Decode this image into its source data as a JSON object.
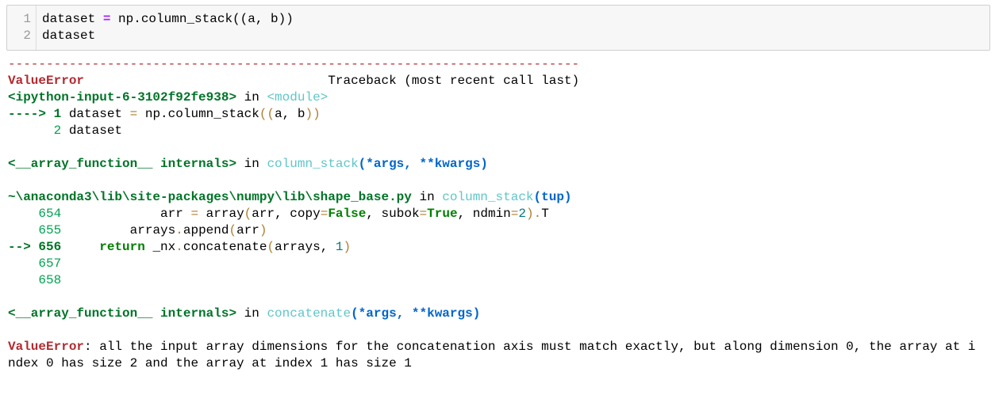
{
  "cell": {
    "line_numbers": [
      "1",
      "2"
    ],
    "line1": {
      "a": "dataset ",
      "eq": "=",
      "b": " np.column_stack((a, b))"
    },
    "line2": "dataset"
  },
  "traceback": {
    "dashes": "---------------------------------------------------------------------------",
    "error_name": "ValueError",
    "header_right": "                                Traceback (most recent call last)",
    "frame1": {
      "file": "<ipython-input-6-3102f92fe938>",
      "in": " in ",
      "func": "<module>",
      "l1_arrow": "----> 1",
      "l1_a": " dataset ",
      "l1_eq": "=",
      "l1_b": " np.column_stack",
      "l1_p1": "((",
      "l1_c": "a, b",
      "l1_p2": "))",
      "l2_num": "      2",
      "l2_code": " dataset"
    },
    "frame2": {
      "file": "<__array_function__ internals>",
      "in": " in ",
      "func": "column_stack",
      "args": "(*args, **kwargs)"
    },
    "frame3": {
      "file": "~\\anaconda3\\lib\\site-packages\\numpy\\lib\\shape_base.py",
      "in": " in ",
      "func": "column_stack",
      "args": "(tup)",
      "l654_num": "    654",
      "l654_a": "             arr ",
      "l654_eq": "=",
      "l654_b": " array",
      "l654_p1": "(",
      "l654_c": "arr, copy",
      "l654_eq2": "=",
      "l654_false": "False",
      "l654_d": ", subok",
      "l654_eq3": "=",
      "l654_true": "True",
      "l654_e": ", ndmin",
      "l654_eq4": "=",
      "l654_two": "2",
      "l654_p2": ")",
      "l654_dot": ".",
      "l654_t": "T",
      "l655_num": "    655",
      "l655_a": "         arrays",
      "l655_dot": ".",
      "l655_b": "append",
      "l655_p1": "(",
      "l655_c": "arr",
      "l655_p2": ")",
      "l656_arrow": "--> 656",
      "l656_sp": "     ",
      "l656_kw": "return",
      "l656_a": " _nx",
      "l656_dot": ".",
      "l656_b": "concatenate",
      "l656_p1": "(",
      "l656_c": "arrays, ",
      "l656_one": "1",
      "l656_p2": ")",
      "l657_num": "    657",
      "l658_num": "    658"
    },
    "frame4": {
      "file": "<__array_function__ internals>",
      "in": " in ",
      "func": "concatenate",
      "args": "(*args, **kwargs)"
    },
    "final": {
      "name": "ValueError",
      "msg1": ": all the input array dimensions for the concatenation axis must match exactly, but along dimension 0, the array at i",
      "msg2": "ndex 0 has size 2 and the array at index 1 has size 1"
    }
  }
}
